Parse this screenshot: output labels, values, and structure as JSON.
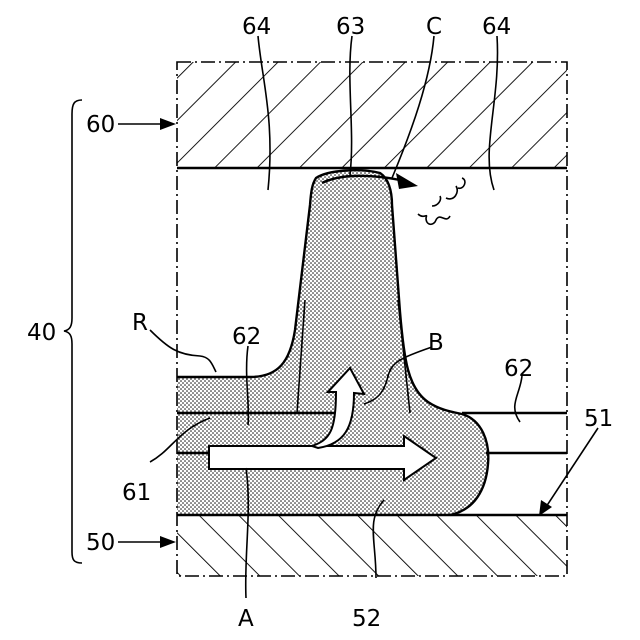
{
  "labels": {
    "l64a": "64",
    "l63": "63",
    "lC": "C",
    "l64b": "64",
    "l60": "60",
    "l40": "40",
    "lR": "R",
    "l62a": "62",
    "lB": "B",
    "l62b": "62",
    "l51": "51",
    "l61": "61",
    "l50": "50",
    "lA": "A",
    "l52": "52"
  }
}
